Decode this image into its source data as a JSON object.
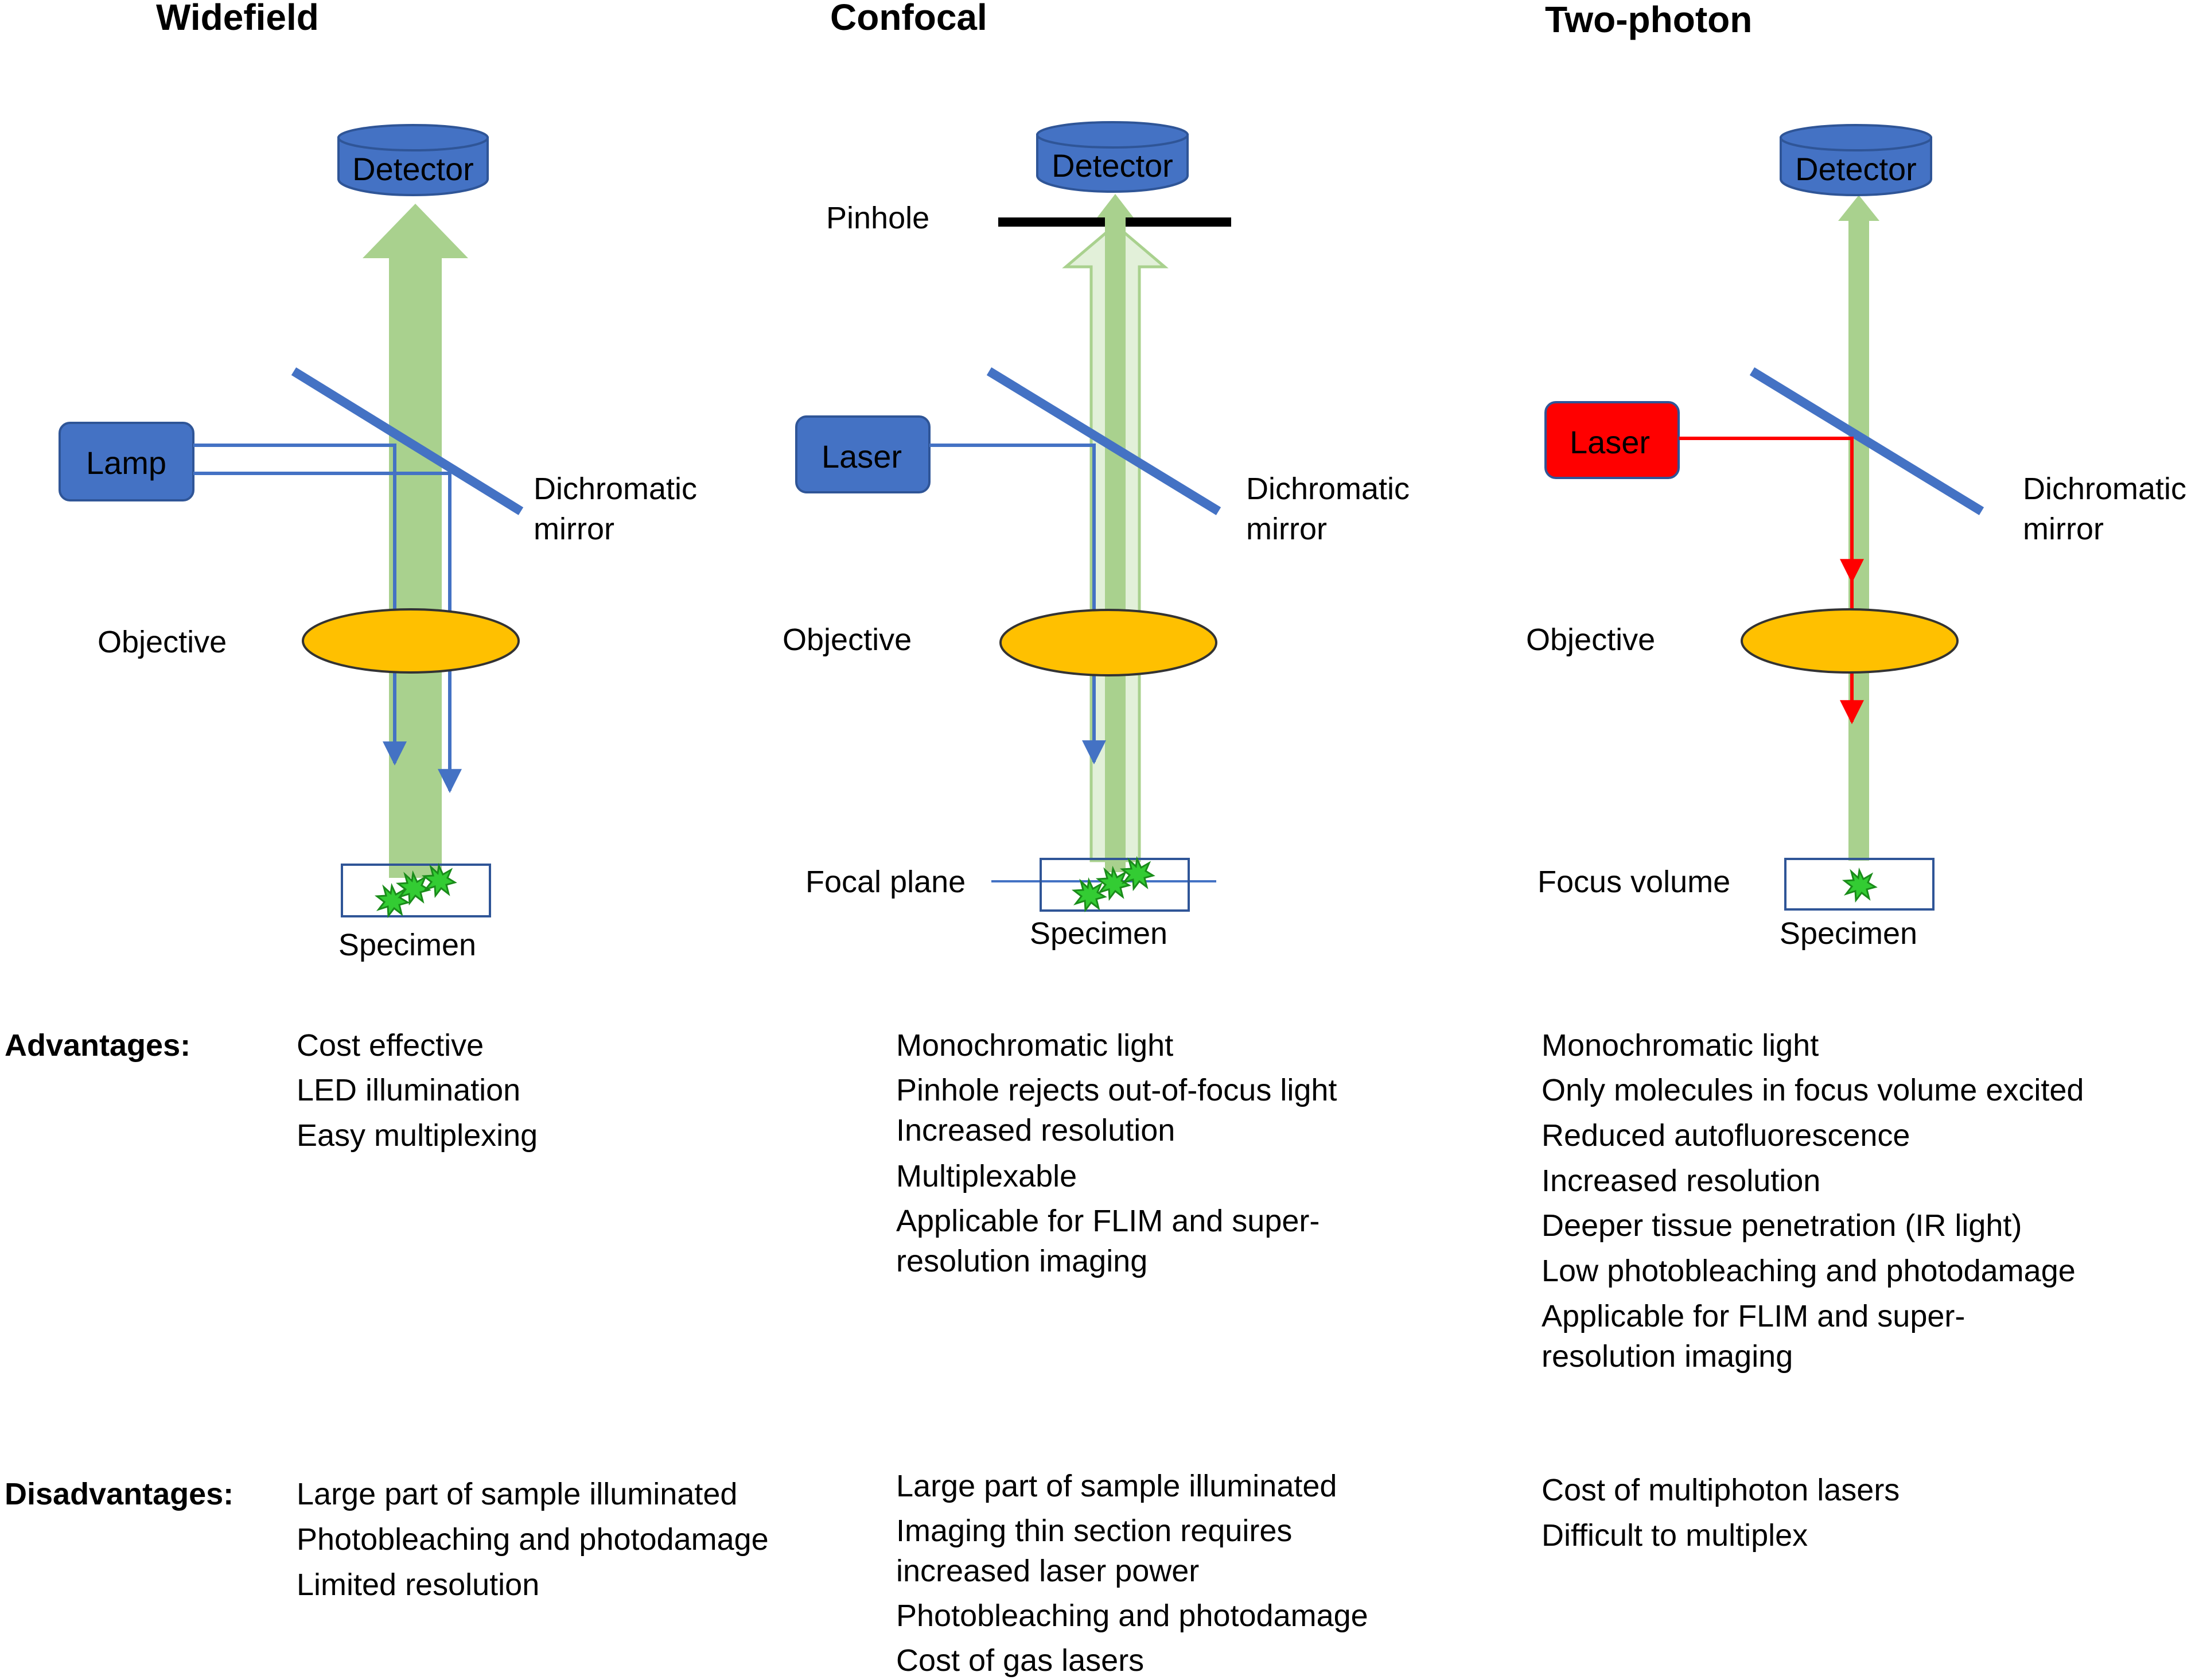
{
  "columns": [
    {
      "title": "Widefield",
      "detector": "Detector",
      "source": "Lamp",
      "mirror_line1": "Dichromatic",
      "mirror_line2": "mirror",
      "objective": "Objective",
      "specimen": "Specimen"
    },
    {
      "title": "Confocal",
      "detector": "Detector",
      "pinhole": "Pinhole",
      "source": "Laser",
      "mirror_line1": "Dichromatic",
      "mirror_line2": "mirror",
      "objective": "Objective",
      "focal_plane": "Focal plane",
      "specimen": "Specimen"
    },
    {
      "title": "Two-photon",
      "detector": "Detector",
      "source": "Laser",
      "mirror_line1": "Dichromatic",
      "mirror_line2": "mirror",
      "objective": "Objective",
      "focus_volume": "Focus volume",
      "specimen": "Specimen"
    }
  ],
  "rows": {
    "advantages_label": "Advantages:",
    "disadvantages_label": "Disadvantages:"
  },
  "advantages": {
    "widefield": [
      "Cost effective",
      "LED illumination",
      "Easy multiplexing"
    ],
    "confocal": [
      "Monochromatic light",
      "Pinhole rejects out-of-focus light",
      "Increased resolution",
      "Multiplexable",
      "Applicable for FLIM and super-",
      "resolution imaging"
    ],
    "twophoton": [
      "Monochromatic light",
      "Only molecules in focus volume excited",
      "Reduced autofluorescence",
      "Increased resolution",
      "Deeper tissue penetration (IR light)",
      "Low photobleaching and photodamage",
      "Applicable for FLIM and super-",
      "resolution imaging"
    ]
  },
  "disadvantages": {
    "widefield": [
      "Large part of sample illuminated",
      "Photobleaching and photodamage",
      "Limited resolution"
    ],
    "confocal": [
      "Large part of sample illuminated",
      "Imaging thin section requires",
      "increased laser power",
      "Photobleaching and photodamage",
      "Cost of gas lasers"
    ],
    "twophoton": [
      "Cost of multiphoton lasers",
      "Difficult to multiplex"
    ]
  },
  "colors": {
    "blue": "#4472c4",
    "green": "#a9d18e",
    "light_green": "#e2f0d9",
    "red": "#ff0000",
    "gold": "#ffc000",
    "navy": "#2f5597",
    "star": "#33cc33"
  }
}
